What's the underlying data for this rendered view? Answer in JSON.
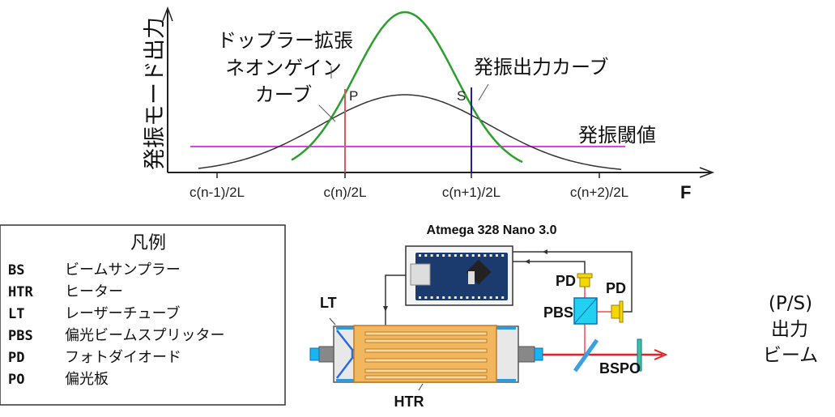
{
  "chart": {
    "y_axis_label": "発振モード出力",
    "x_axis_label": "F",
    "ticks": [
      "c(n-1)/2L",
      "c(n)/2L",
      "c(n+1)/2L",
      "c(n+2)/2L"
    ],
    "gain_curve_label": [
      "ドップラー拡張",
      "ネオンゲイン",
      "カーブ"
    ],
    "output_curve_label": "発振出力カーブ",
    "threshold_label": "発振閾値",
    "mode_p": "P",
    "mode_s": "S",
    "colors": {
      "gain": "#333333",
      "output": "#2e9e2e",
      "threshold": "#e040e0",
      "p": "#d06060",
      "s": "#2020a0"
    }
  },
  "legend": {
    "title": "凡例",
    "items": [
      {
        "code": "BS",
        "desc": "ビームサンプラー"
      },
      {
        "code": "HTR",
        "desc": "ヒーター"
      },
      {
        "code": "LT",
        "desc": "レーザーチューブ"
      },
      {
        "code": "PBS",
        "desc": "偏光ビームスプリッター"
      },
      {
        "code": "PD",
        "desc": "フォトダイオード"
      },
      {
        "code": "PO",
        "desc": "偏光板"
      }
    ]
  },
  "setup": {
    "controller_label": "Atmega 328 Nano 3.0",
    "lt": "LT",
    "htr": "HTR",
    "pd1": "PD",
    "pd2": "PD",
    "pbs": "PBS",
    "bs": "BS",
    "po": "PO",
    "output": [
      "(P/S)",
      "出力",
      "ビーム"
    ]
  }
}
